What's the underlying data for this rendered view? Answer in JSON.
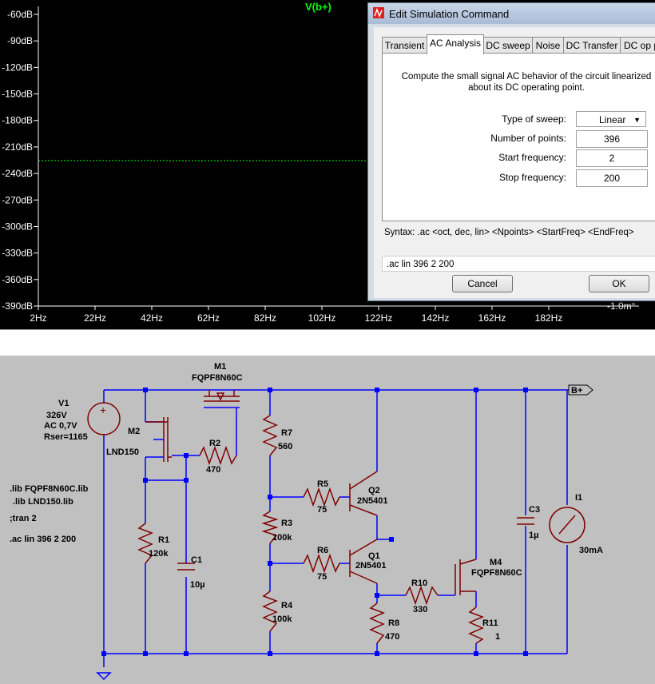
{
  "plot": {
    "trace_label": "V(b+)",
    "y_ticks": [
      "-60dB",
      "-90dB",
      "-120dB",
      "-150dB",
      "-180dB",
      "-210dB",
      "-240dB",
      "-270dB",
      "-300dB",
      "-330dB",
      "-360dB",
      "-390dB"
    ],
    "x_ticks": [
      "2Hz",
      "22Hz",
      "42Hz",
      "62Hz",
      "82Hz",
      "102Hz",
      "122Hz",
      "142Hz",
      "162Hz",
      "182Hz"
    ],
    "right_axis_label": "-1.0m°",
    "colors": {
      "background": "#000000",
      "trace": "#00ff00",
      "axis": "#ffffff"
    }
  },
  "dialog": {
    "title": "Edit Simulation Command",
    "tabs": [
      "Transient",
      "AC Analysis",
      "DC sweep",
      "Noise",
      "DC Transfer",
      "DC op pnt"
    ],
    "active_tab": "AC Analysis",
    "description": "Compute the small signal AC behavior of the circuit linearized about its DC operating point.",
    "fields": [
      {
        "label": "Type of sweep:",
        "value": "Linear"
      },
      {
        "label": "Number of points:",
        "value": "396"
      },
      {
        "label": "Start frequency:",
        "value": "2"
      },
      {
        "label": "Stop frequency:",
        "value": "200"
      }
    ],
    "syntax": "Syntax:  .ac <oct, dec, lin> <Npoints> <StartFreq> <EndFreq>",
    "command": ".ac lin 396 2 200",
    "cancel_label": "Cancel",
    "ok_label": "OK"
  },
  "schematic": {
    "directives": [
      ".lib FQPF8N60C.lib",
      ".lib LND150.lib",
      ";tran 2",
      ".ac lin 396 2 200"
    ],
    "components": {
      "V1": {
        "name": "V1",
        "lines": [
          "326V",
          "AC 0,7V",
          "Rser=1165"
        ]
      },
      "M1": {
        "name": "M1",
        "value": "FQPF8N60C"
      },
      "M2": {
        "name": "M2",
        "value": "LND150"
      },
      "R1": {
        "name": "R1",
        "value": "120k"
      },
      "R2": {
        "name": "R2",
        "value": "470"
      },
      "C1": {
        "name": "C1",
        "value": "10µ"
      },
      "R7": {
        "name": "R7",
        "value": "560"
      },
      "R3": {
        "name": "R3",
        "value": "100k"
      },
      "R4": {
        "name": "R4",
        "value": "100k"
      },
      "R5": {
        "name": "R5",
        "value": "75"
      },
      "R6": {
        "name": "R6",
        "value": "75"
      },
      "Q2": {
        "name": "Q2",
        "value": "2N5401"
      },
      "Q1": {
        "name": "Q1",
        "value": "2N5401"
      },
      "R10": {
        "name": "R10",
        "value": "330"
      },
      "R8": {
        "name": "R8",
        "value": "470"
      },
      "M4": {
        "name": "M4",
        "value": "FQPF8N60C"
      },
      "R11": {
        "name": "R11",
        "value": "1"
      },
      "C3": {
        "name": "C3",
        "value": "1µ"
      },
      "I1": {
        "name": "I1",
        "value": "30mA"
      }
    },
    "net_label": "B+",
    "colors": {
      "wire": "#0000ff",
      "component": "#800000",
      "text": "#000000",
      "background": "#c0c0c0"
    }
  }
}
